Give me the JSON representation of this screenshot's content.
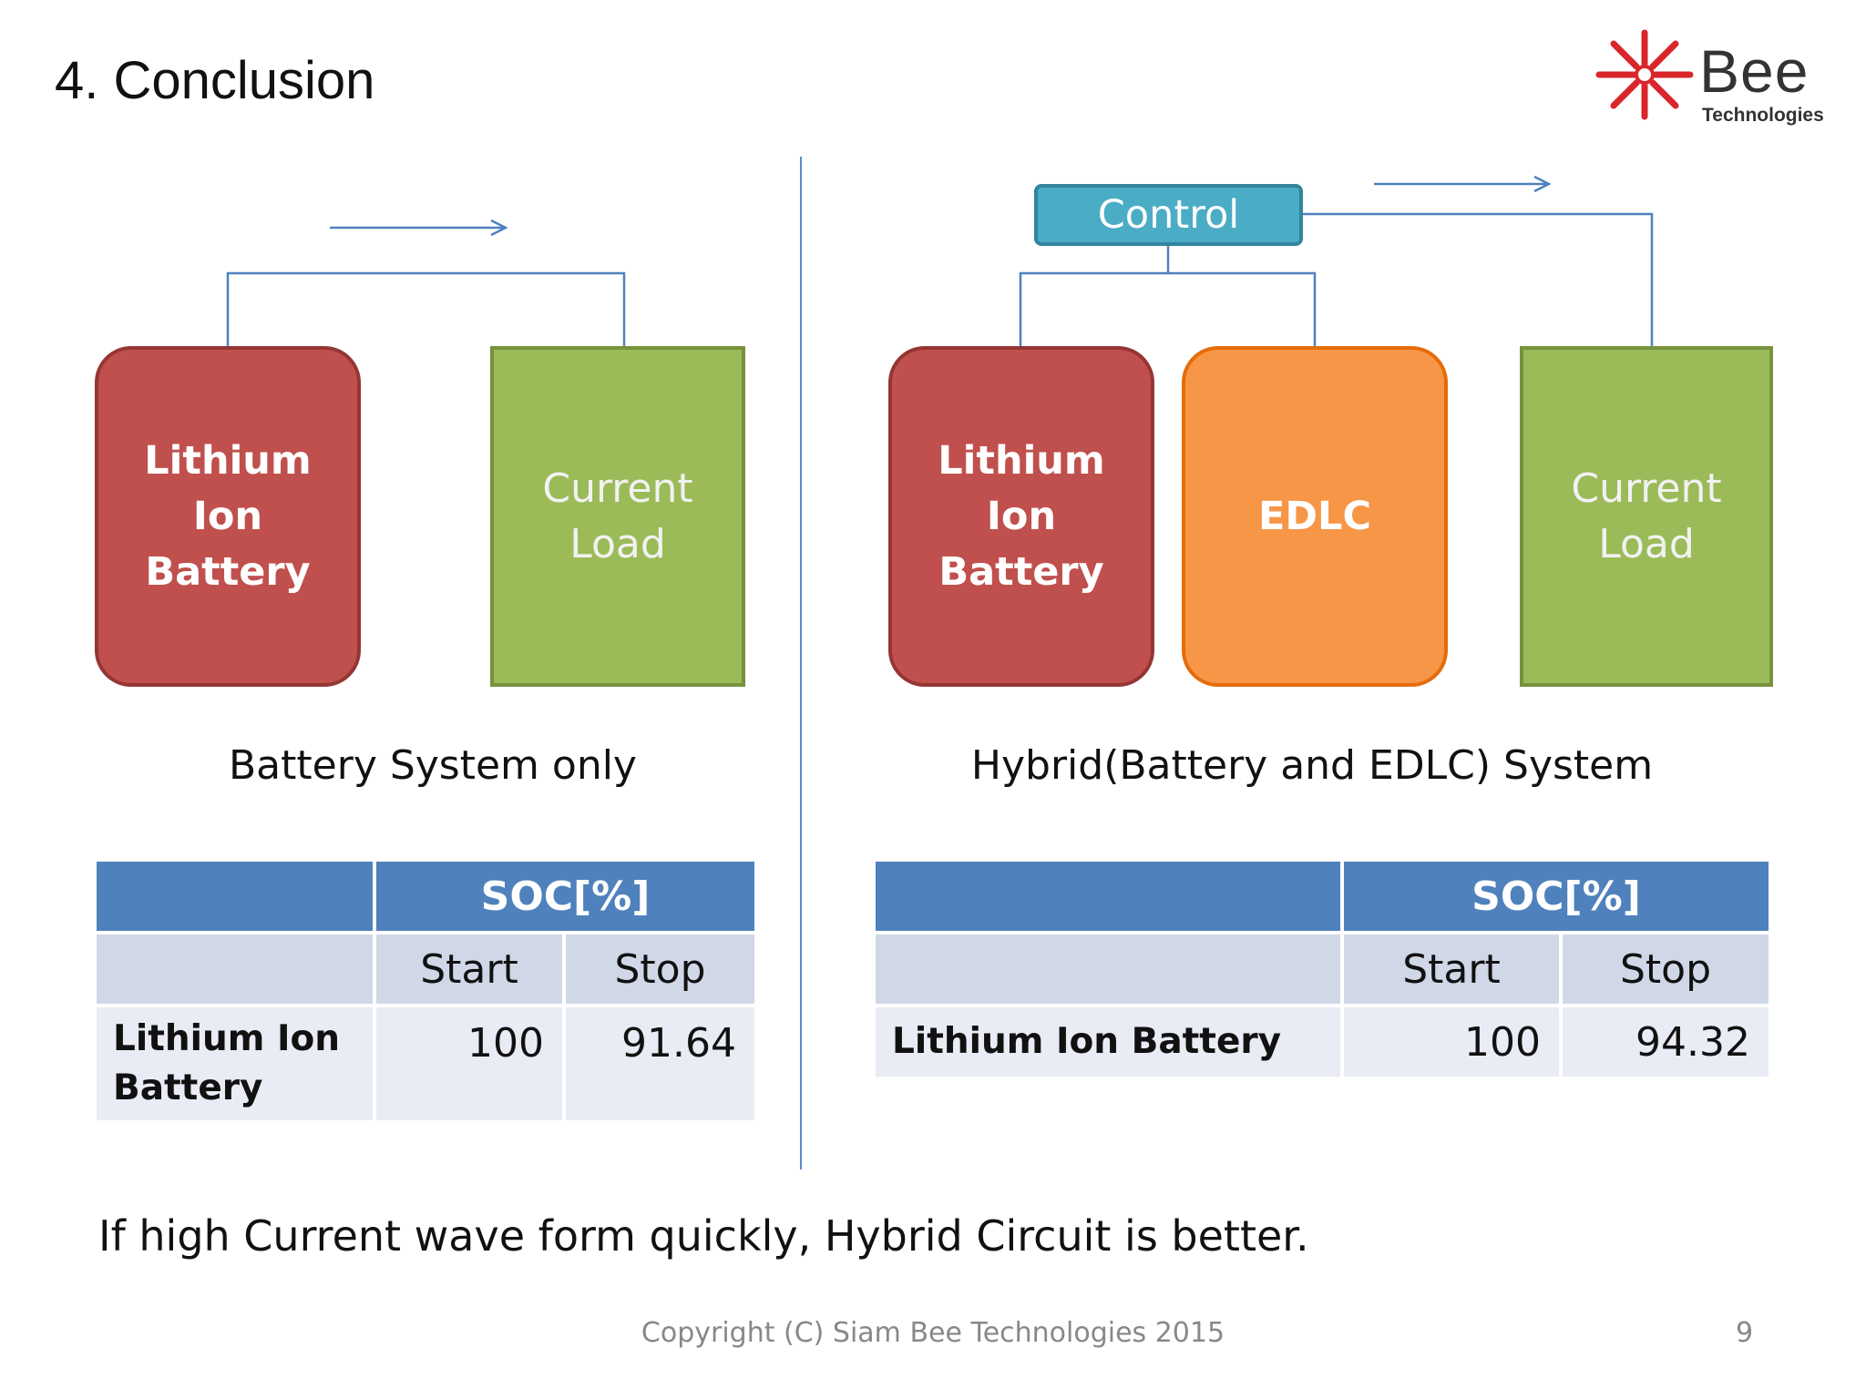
{
  "slide": {
    "title": "4. Conclusion",
    "conclusion": "If high Current wave form quickly, Hybrid Circuit is better.",
    "copyright": "Copyright (C) Siam Bee Technologies 2015",
    "page_number": "9"
  },
  "logo": {
    "word": "Bee",
    "sub": "Technologies"
  },
  "left": {
    "battery_label": "Lithium\nIon\nBattery",
    "load_label": "Current\nLoad",
    "caption": "Battery System only",
    "table": {
      "header": "SOC[%]",
      "start_label": "Start",
      "stop_label": "Stop",
      "row_label": "Lithium Ion\nBattery",
      "start_value": "100",
      "stop_value": "91.64"
    }
  },
  "right": {
    "control_label": "Control",
    "battery_label": "Lithium\nIon\nBattery",
    "edlc_label": "EDLC",
    "load_label": "Current\nLoad",
    "caption": "Hybrid(Battery and EDLC) System",
    "table": {
      "header": "SOC[%]",
      "start_label": "Start",
      "stop_label": "Stop",
      "row_label": "Lithium Ion Battery",
      "start_value": "100",
      "stop_value": "94.32"
    }
  },
  "colors": {
    "battery": "#c0504d",
    "load": "#9bbb59",
    "edlc": "#f79646",
    "control": "#4bacc6",
    "table_header": "#4f81bd",
    "highlight_value": "#e00000"
  }
}
